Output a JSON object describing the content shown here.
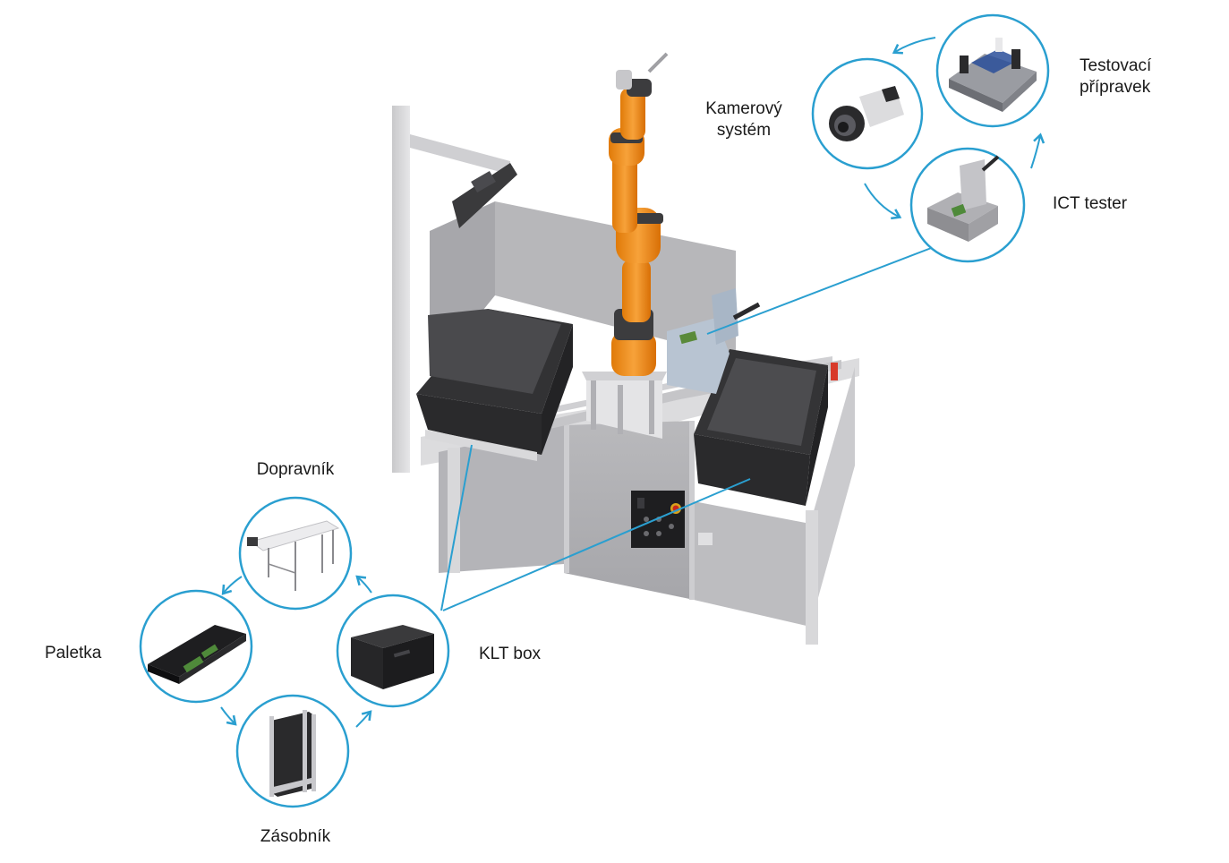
{
  "accent_color": "#2a9fd0",
  "robot_color": "#f08c12",
  "labels": {
    "testovaci_line1": "Testovací",
    "testovaci_line2": "přípravek",
    "kamerovy_line1": "Kamerový",
    "kamerovy_line2": "systém",
    "ict": "ICT tester",
    "dopravnik": "Dopravník",
    "paletka": "Paletka",
    "klt": "KLT box",
    "zasobnik": "Zásobník"
  },
  "icons": [
    "robot-arm-icon",
    "camera-icon",
    "test-fixture-icon",
    "ict-tester-icon",
    "conveyor-icon",
    "pallet-icon",
    "klt-box-icon",
    "magazine-rack-icon"
  ]
}
